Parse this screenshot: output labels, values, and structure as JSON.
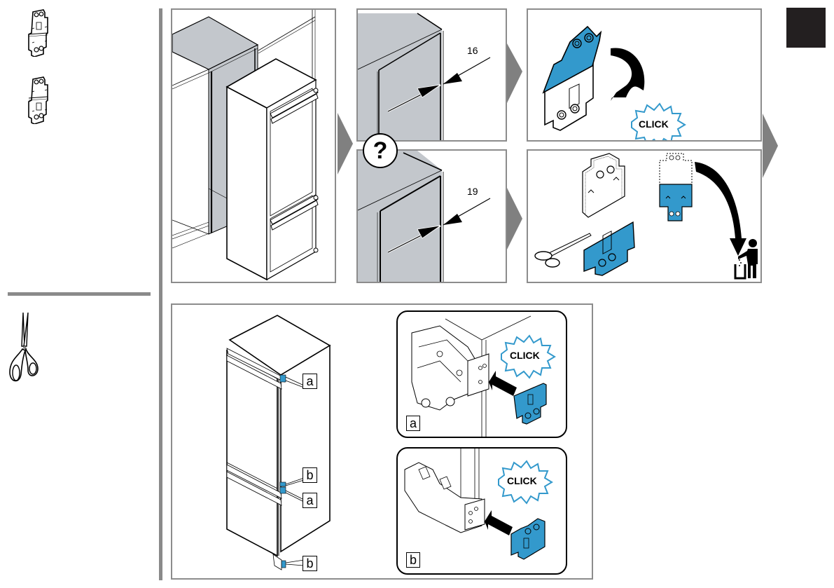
{
  "document": {
    "type": "installation-instructions",
    "section_marker_color": "#231f20",
    "accent_color": "#3399cc",
    "frame_color": "#8c8c8c"
  },
  "sidebar": {
    "parts": [
      {
        "name": "hinge-bracket-a",
        "icon": "bracket-icon"
      },
      {
        "name": "hinge-bracket-b",
        "icon": "bracket-icon"
      }
    ],
    "tools": [
      {
        "name": "scissors",
        "icon": "scissors-icon"
      }
    ]
  },
  "steps": {
    "step1": {
      "description": "Slide appliance into cabinet niche",
      "icon": "fridge-into-niche"
    },
    "question": {
      "symbol": "?"
    },
    "measure_option_1": {
      "dimension": "16"
    },
    "measure_option_2": {
      "dimension": "19"
    },
    "result_1": {
      "click_label": "CLICK",
      "description": "Fold bracket part until it clicks"
    },
    "result_2": {
      "description": "Cut off bracket part and dispose"
    },
    "step_mount": {
      "callouts": [
        "a",
        "b",
        "a",
        "b"
      ],
      "detail_a": {
        "label": "a",
        "click_label": "CLICK"
      },
      "detail_b": {
        "label": "b",
        "click_label": "CLICK"
      }
    }
  }
}
